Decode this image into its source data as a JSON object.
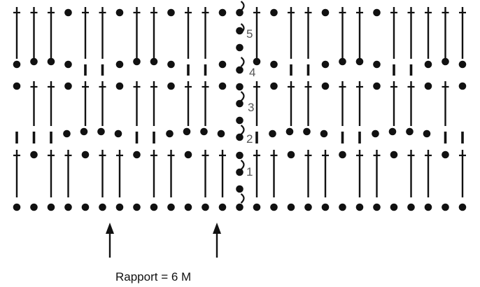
{
  "diagram": {
    "type": "crochet-chart",
    "ink_color": "#111111",
    "label_color": "#555555",
    "symbols": {
      "chain": "filled-dot",
      "treble": "cross-stitch",
      "dc": "short-bar",
      "turn": "hook-arc"
    },
    "foundation_chain_count": 27,
    "row_labels": [
      "1",
      "2",
      "3",
      "4",
      "5"
    ],
    "repeat_arrow_count": 2,
    "caption": "Rapport = 6 M"
  }
}
